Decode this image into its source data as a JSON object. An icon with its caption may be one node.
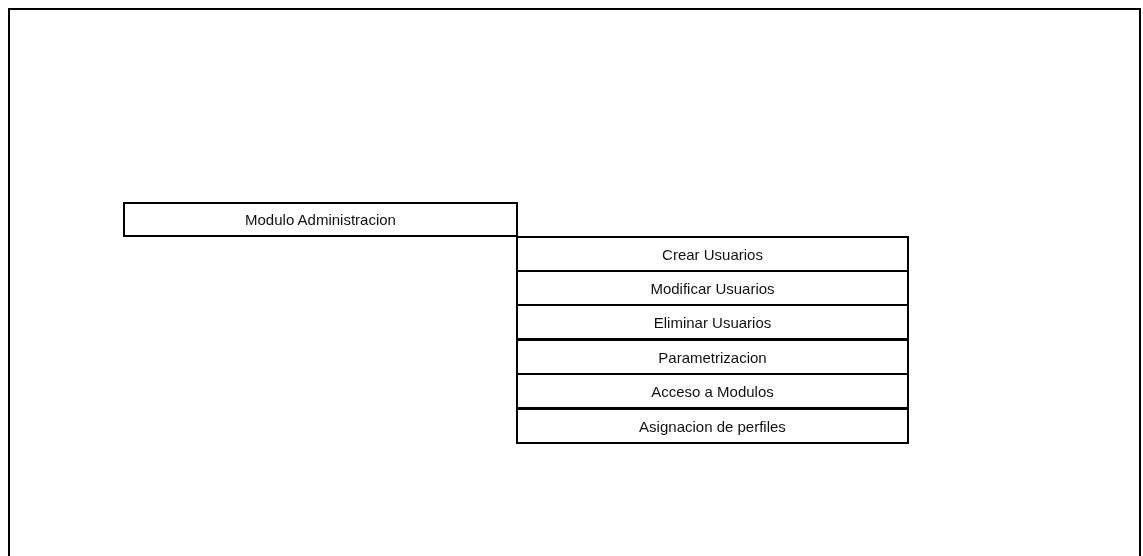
{
  "diagram": {
    "nodes": [
      {
        "text": [
          "Modulo Administracion"
        ]
      },
      {
        "text": [
          "Crear Usuarios"
        ]
      },
      {
        "text": [
          "Modificar Usuarios"
        ]
      },
      {
        "text": [
          "Eliminar Usuarios"
        ]
      },
      {
        "text": [
          "Parametrizacion"
        ]
      },
      {
        "text": [
          "Acceso a Modulos"
        ]
      },
      {
        "text": [
          "Asignacion de perfiles"
        ]
      }
    ]
  }
}
